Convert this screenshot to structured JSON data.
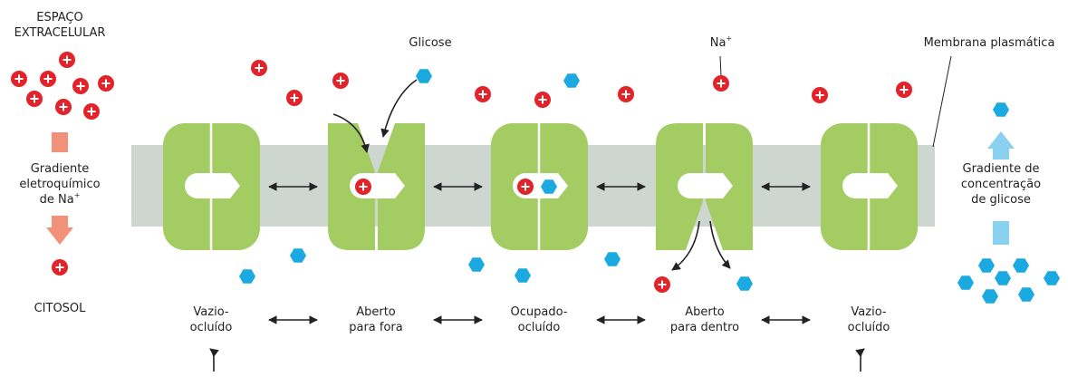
{
  "extracellular_label_line1": "ESPAÇO",
  "extracellular_label_line2": "EXTRACELULAR",
  "cytosol_label": "CITOSOL",
  "na_gradient": {
    "line1": "Gradiente",
    "line2": "eletroquímico",
    "line3_prefix": "de Na",
    "line3_sup": "+"
  },
  "glucose_gradient": {
    "line1": "Gradiente de",
    "line2": "concentração",
    "line3": "de glicose"
  },
  "callouts": {
    "glucose": "Glicose",
    "sodium": "Na",
    "sodium_sup": "+",
    "membrane": "Membrana plasmática"
  },
  "states": [
    {
      "line1": "Vazio-",
      "line2": "ocluído"
    },
    {
      "line1": "Aberto",
      "line2": "para fora"
    },
    {
      "line1": "Ocupado-",
      "line2": "ocluído"
    },
    {
      "line1": "Aberto",
      "line2": "para dentro"
    },
    {
      "line1": "Vazio-",
      "line2": "ocluído"
    }
  ],
  "colors": {
    "membrane": "#cdd6cf",
    "transporter": "#a3cc63",
    "sodium": "#e2232a",
    "glucose": "#1aa9e0",
    "arrow_salmon": "#f2917a",
    "arrow_blue": "#8ad1f0"
  }
}
